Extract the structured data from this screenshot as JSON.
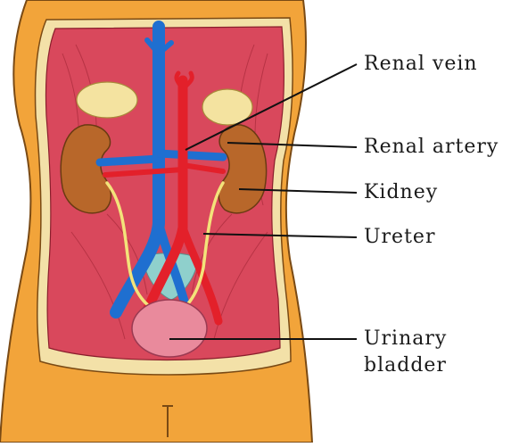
{
  "labels": {
    "renal_vein": "Renal vein",
    "renal_artery": "Renal artery",
    "kidney": "Kidney",
    "ureter": "Ureter",
    "urinary_bladder_line1": "Urinary",
    "urinary_bladder_line2": "bladder"
  },
  "colors": {
    "skin": "#f2a43a",
    "skin_outline": "#7a4a14",
    "muscle": "#d9485c",
    "cavity_border": "#f3e1a8",
    "vein": "#1f6fd0",
    "artery": "#e3202a",
    "kidney": "#b8672a",
    "adrenal": "#f4e3a0",
    "ureter": "#f3e37a",
    "bladder": "#e98a9c",
    "pelvic_fluid": "#8fd0cc"
  }
}
